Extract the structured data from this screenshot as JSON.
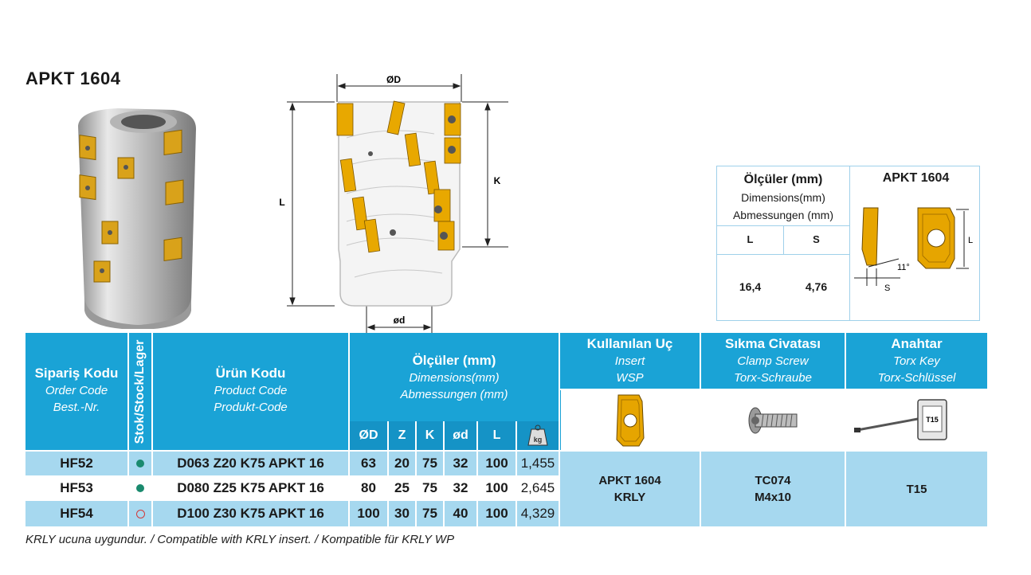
{
  "title": "APKT 1604",
  "drawing": {
    "label_D": "ØD",
    "label_d": "ød",
    "label_L": "L",
    "label_K": "K"
  },
  "dimension_box": {
    "title": "Ölçüler (mm)",
    "subtitle_en": "Dimensions(mm)",
    "subtitle_de": "Abmessungen (mm)",
    "insert_name": "APKT 1604",
    "headers": [
      "L",
      "S"
    ],
    "values": [
      "16,4",
      "4,76"
    ],
    "angle_label": "11°",
    "s_label": "S",
    "l_label": "L"
  },
  "table": {
    "col_order": {
      "tr": "Sipariş Kodu",
      "en": "Order Code",
      "de": "Best.-Nr."
    },
    "col_stock": "Stok/Stock/Lager",
    "col_product": {
      "tr": "Ürün Kodu",
      "en": "Product Code",
      "de": "Produkt-Code"
    },
    "col_dims": {
      "tr": "Ölçüler (mm)",
      "en": "Dimensions(mm)",
      "de": "Abmessungen (mm)"
    },
    "dim_subheaders": [
      "ØD",
      "Z",
      "K",
      "ød",
      "L"
    ],
    "weight_icon": "kg",
    "col_insert": {
      "tr": "Kullanılan Uç",
      "en": "Insert",
      "de": "WSP"
    },
    "col_screw": {
      "tr": "Sıkma Civatası",
      "en": "Clamp Screw",
      "de": "Torx-Schraube"
    },
    "col_key": {
      "tr": "Anahtar",
      "en": "Torx Key",
      "de": "Torx-Schlüssel"
    },
    "key_icon_text": "T15",
    "rows": [
      {
        "order": "HF52",
        "stock": "filled",
        "product": "D063 Z20 K75 APKT 16",
        "D": "63",
        "Z": "20",
        "K": "75",
        "d": "32",
        "L": "100",
        "kg": "1,455"
      },
      {
        "order": "HF53",
        "stock": "filled",
        "product": "D080 Z25 K75 APKT 16",
        "D": "80",
        "Z": "25",
        "K": "75",
        "d": "32",
        "L": "100",
        "kg": "2,645"
      },
      {
        "order": "HF54",
        "stock": "empty",
        "product": "D100 Z30 K75 APKT 16",
        "D": "100",
        "Z": "30",
        "K": "75",
        "d": "40",
        "L": "100",
        "kg": "4,329"
      }
    ],
    "insert_value": [
      "APKT 1604",
      "KRLY"
    ],
    "screw_value": [
      "TC074",
      "M4x10"
    ],
    "key_value": "T15"
  },
  "footnote": "KRLY ucuna uygundur. / Compatible with KRLY insert. / Kompatible für KRLY WP",
  "colors": {
    "header": "#1aa3d6",
    "row": "#a6d8ef",
    "insert": "#e8a800",
    "stock_green": "#1a8a6e",
    "stock_empty": "#d23a3a"
  }
}
